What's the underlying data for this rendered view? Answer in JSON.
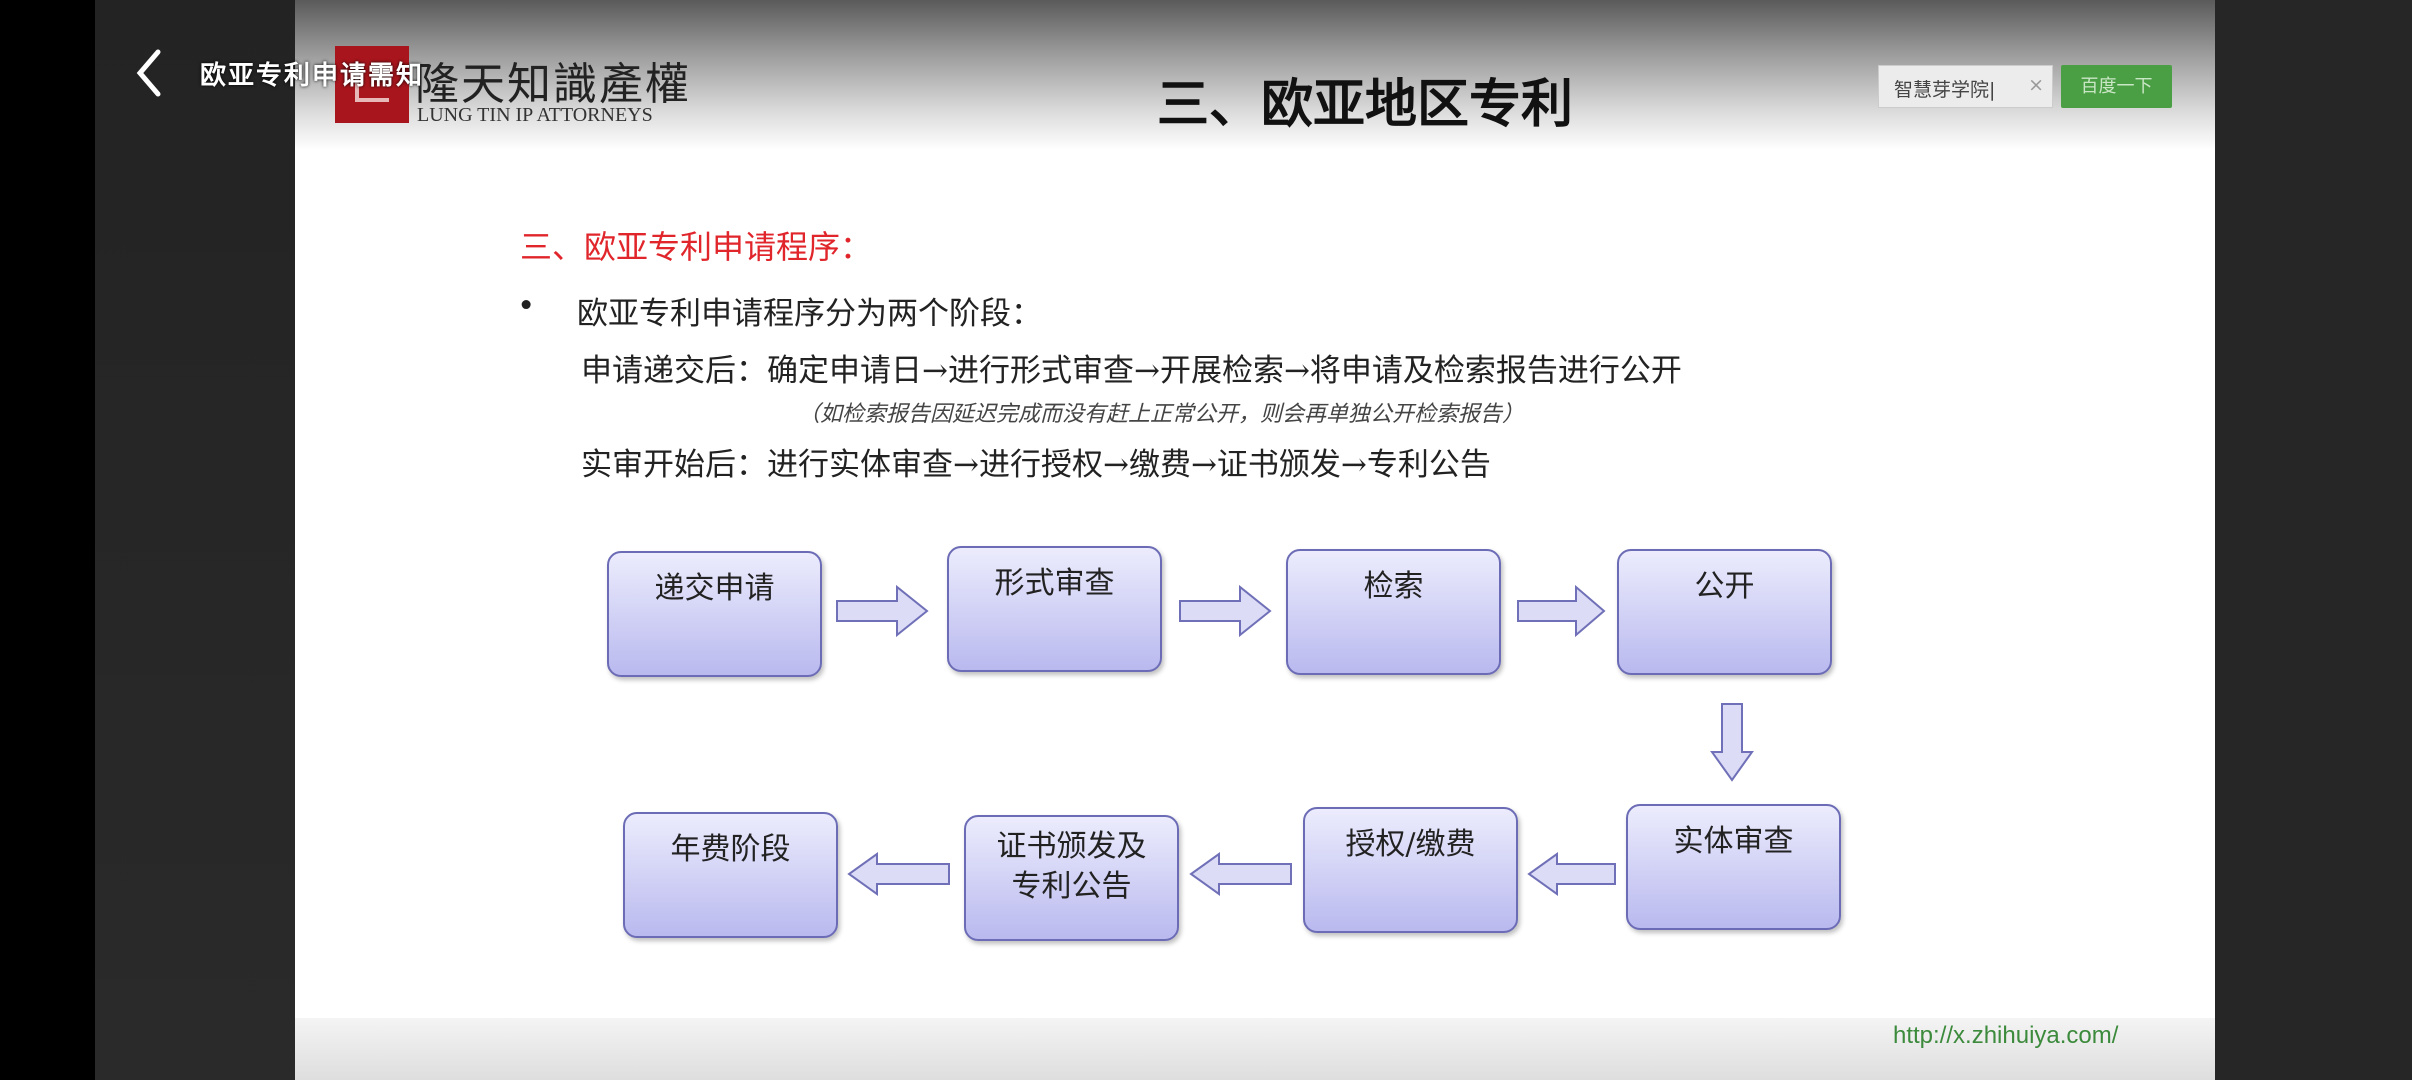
{
  "app": {
    "back_icon": "chevron-left-icon",
    "title": "欧亚专利申请需知"
  },
  "slide": {
    "logo_cn": "隆天知識產權",
    "logo_en": "LUNG TIN IP ATTORNEYS",
    "title": "三、欧亚地区专利",
    "search": {
      "value": "智慧芽学院|",
      "clear": "×",
      "button": "百度一下"
    },
    "heading": "三、欧亚专利申请程序：",
    "bullet": "欧亚专利申请程序分为两个阶段：",
    "line1": "申请递交后：确定申请日→进行形式审查→开展检索→将申请及检索报告进行公开",
    "note": "（如检索报告因延迟完成而没有赶上正常公开，则会再单独公开检索报告）",
    "line2": "实审开始后：进行实体审查→进行授权→缴费→证书颁发→专利公告",
    "flow": {
      "row1": [
        "递交申请",
        "形式审查",
        "检索",
        "公开"
      ],
      "row2": [
        "实体审查",
        "授权/缴费",
        "证书颁发及\n专利公告",
        "年费阶段"
      ]
    },
    "url": "http://x.zhihuiya.com/"
  },
  "colors": {
    "heading": "#e0252b",
    "box_border": "#6c6cb6",
    "search_button": "#4a9f45"
  }
}
